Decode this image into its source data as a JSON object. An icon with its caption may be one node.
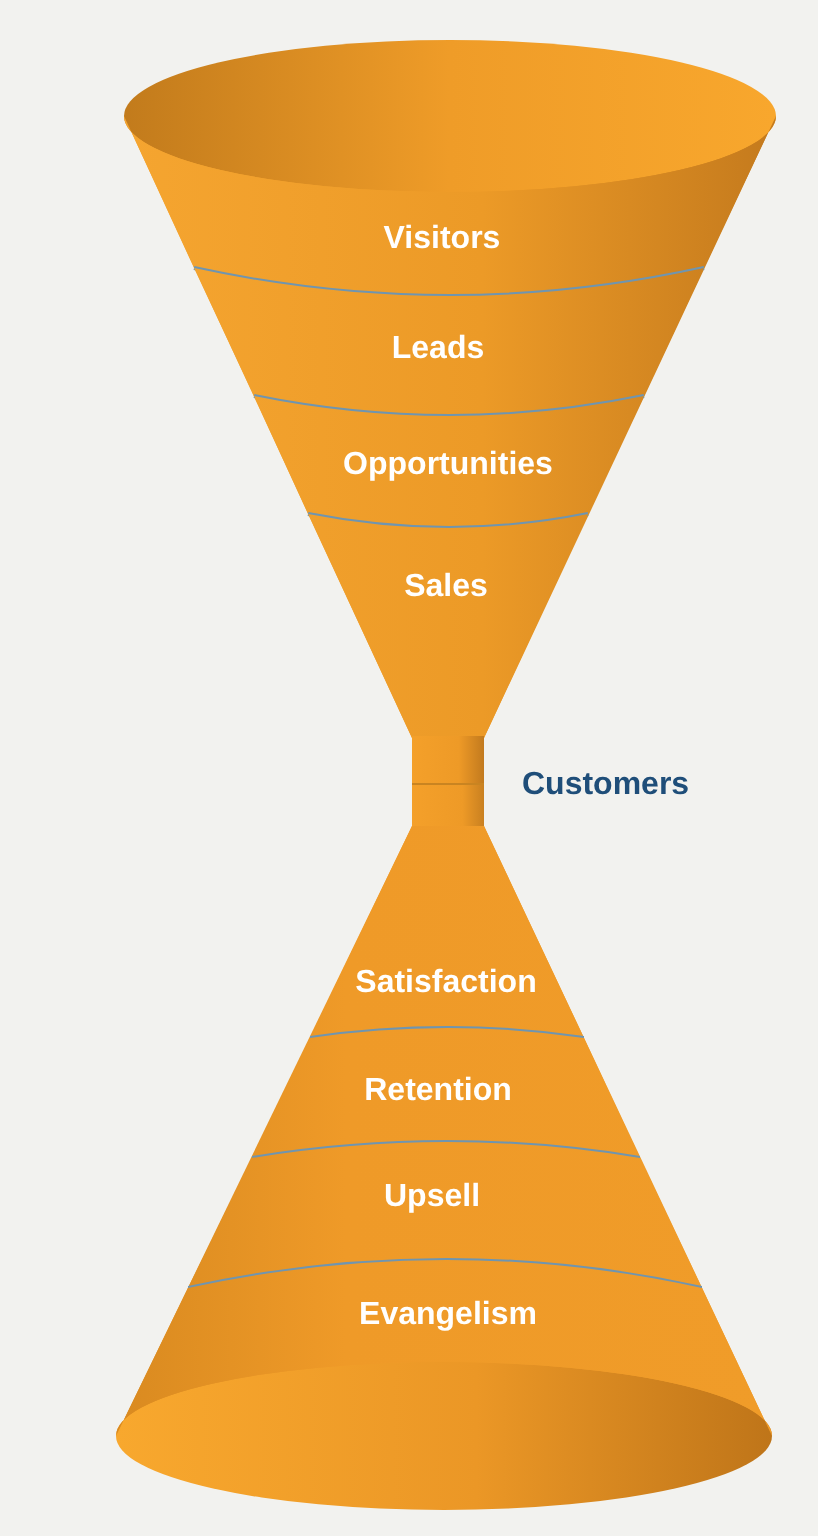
{
  "diagram": {
    "nodes": [
      {
        "text": [],
        "shape": "funnel"
      },
      {
        "text": [
          "Visitors"
        ],
        "in": 0
      },
      {
        "text": [
          "Leads"
        ],
        "in": 0
      },
      {
        "text": [
          "Opportunities"
        ],
        "in": 0
      },
      {
        "text": [
          "Sales"
        ],
        "in": 0
      },
      {
        "text": [],
        "shape": "cylinder",
        "beside": [
          "Customers"
        ]
      },
      {
        "text": [],
        "shape": "cone"
      },
      {
        "text": [
          "Satisfaction"
        ],
        "in": 6
      },
      {
        "text": [
          "Retention"
        ],
        "in": 6
      },
      {
        "text": [
          "Upsell"
        ],
        "in": 6
      },
      {
        "text": [
          "Evangelism"
        ],
        "in": 6
      }
    ]
  }
}
